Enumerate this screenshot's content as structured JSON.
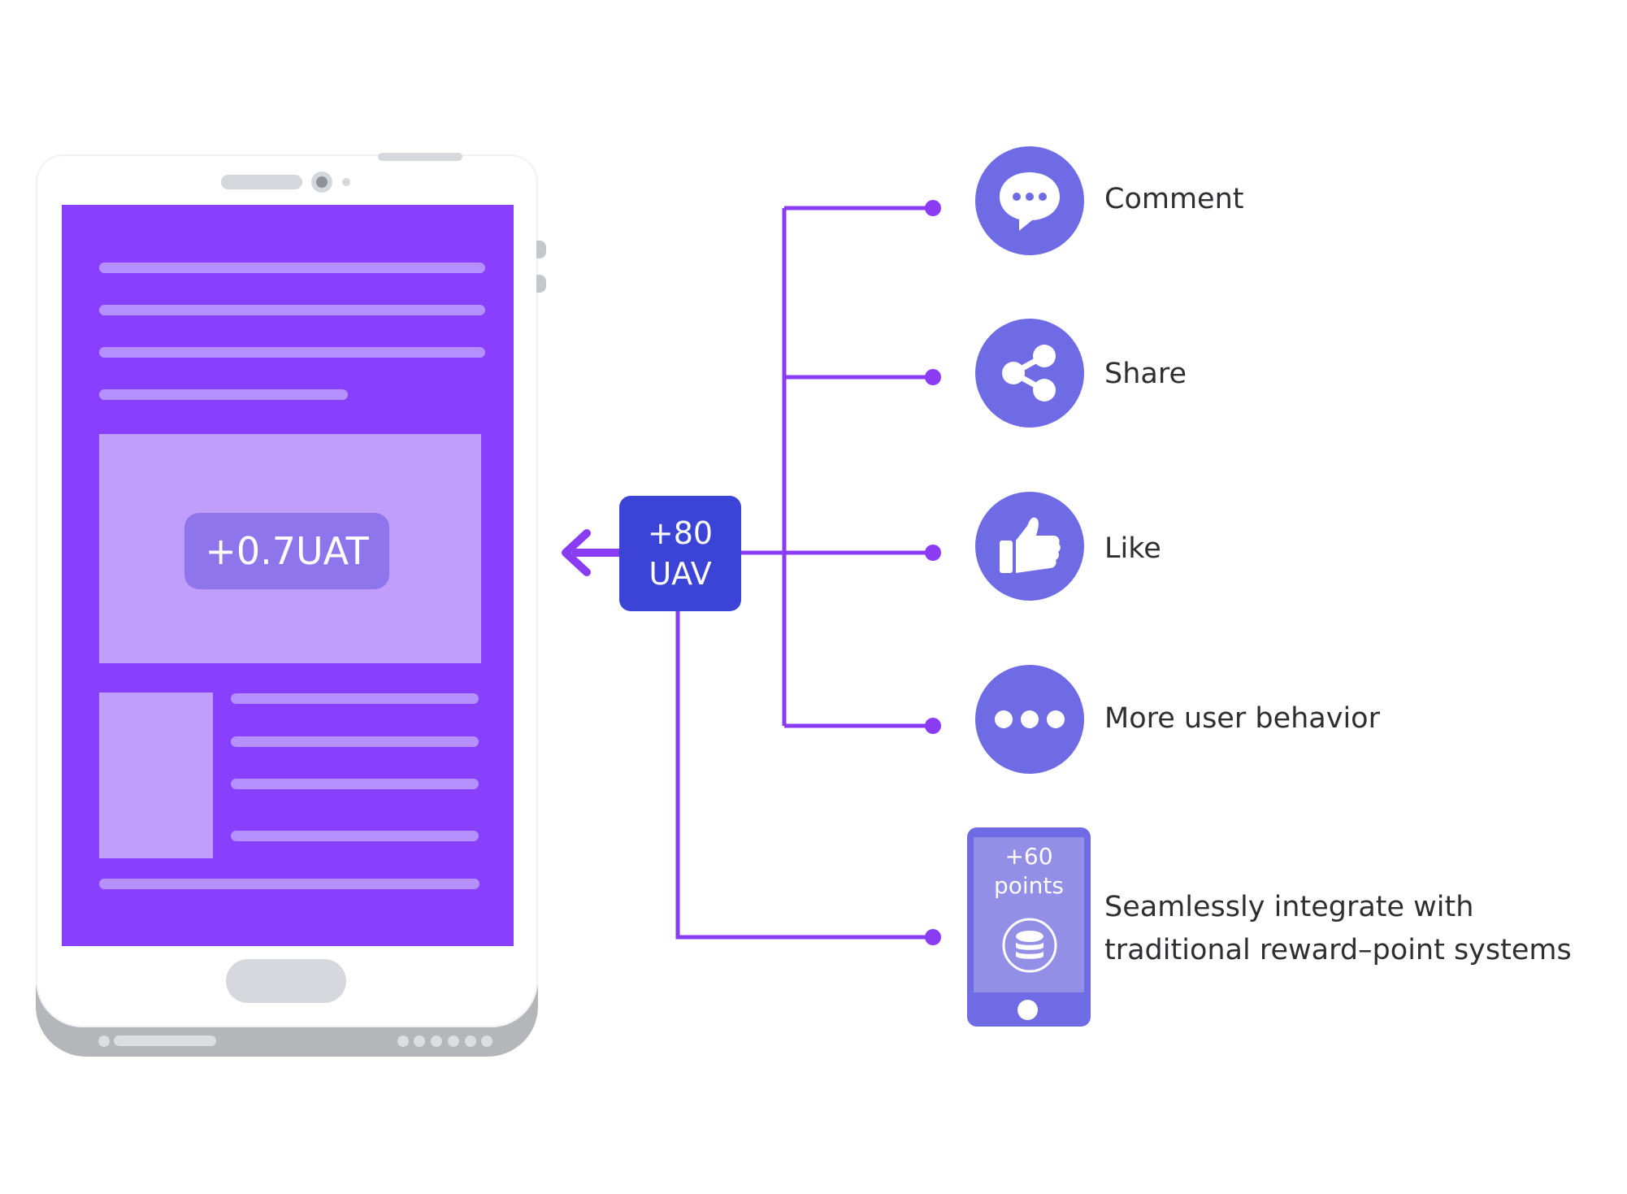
{
  "phone": {
    "reward_badge": "+0.7UAT"
  },
  "center": {
    "uav_line1": "+80",
    "uav_line2": "UAV"
  },
  "behaviors": [
    {
      "label": "Comment",
      "icon": "comment-icon"
    },
    {
      "label": "Share",
      "icon": "share-icon"
    },
    {
      "label": "Like",
      "icon": "thumbs-up-icon"
    },
    {
      "label": "More user behavior",
      "icon": "ellipsis-icon"
    }
  ],
  "reward_points": {
    "line1": "+60",
    "line2": "points",
    "label_line1": "Seamlessly integrate with",
    "label_line2": "traditional reward–point systems",
    "icon": "coin-stack-icon"
  },
  "colors": {
    "screen": "#8840fe",
    "connector": "#8a3cf5",
    "badge": "#3b44d6",
    "icon_circle": "#6e6be4"
  }
}
